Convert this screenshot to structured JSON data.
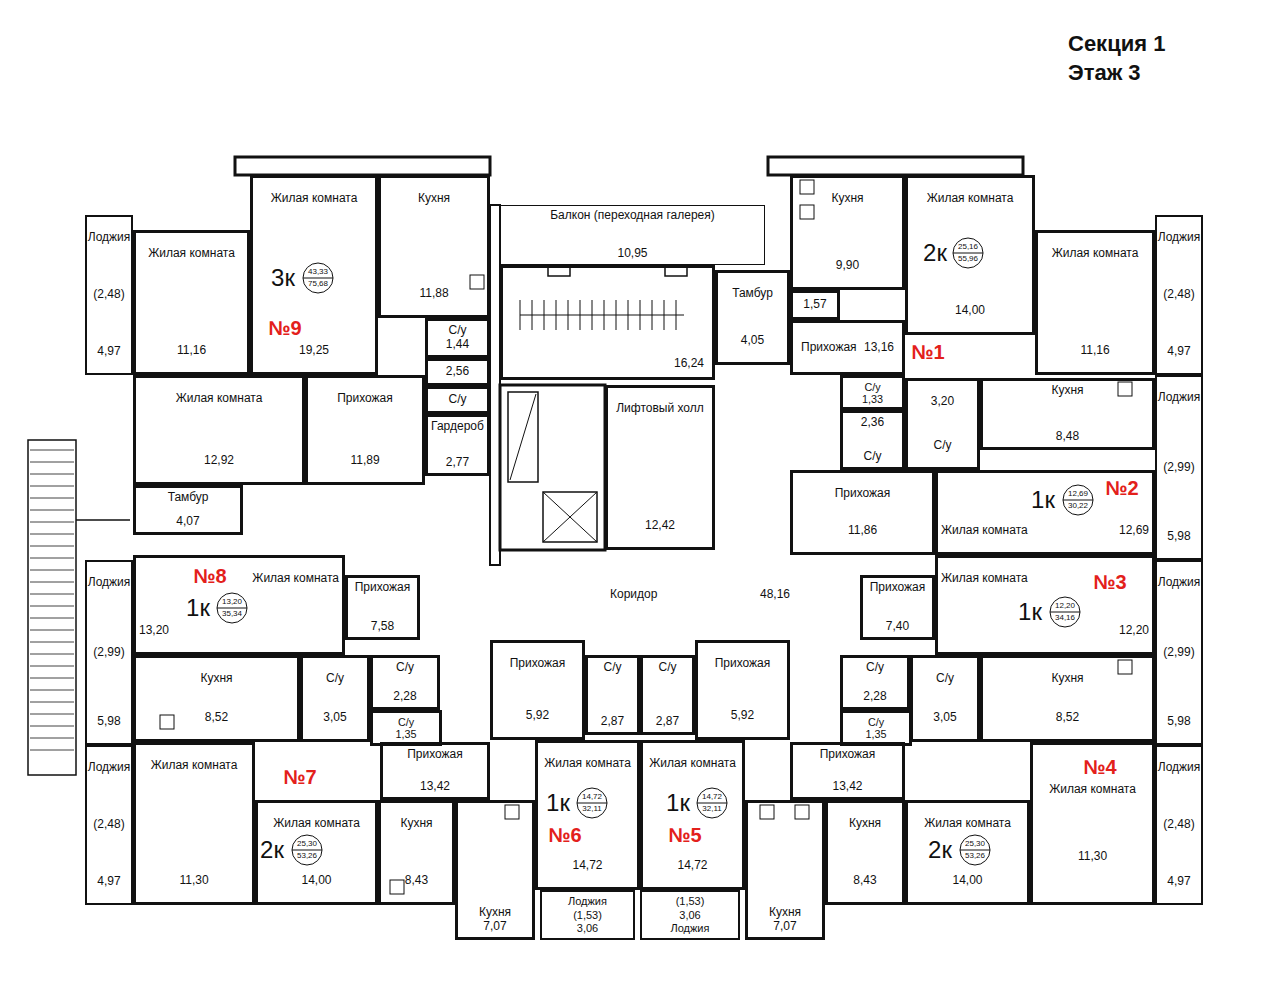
{
  "diagram": {
    "title": "Секция 1 Этаж 3",
    "nodes": [
      {
        "text": [
          "Лоджия",
          "(2,48)",
          "4,97"
        ]
      },
      {
        "text": [
          "Жилая комната",
          "11,16"
        ]
      },
      {
        "text": [
          "Жилая комната",
          "19,25"
        ]
      },
      {
        "text": [
          "Кухня",
          "11,88"
        ]
      },
      {
        "text": [
          "Балкон (переходная галерея)",
          "10,95"
        ]
      },
      {
        "text": [
          "Кухня",
          "9,90"
        ]
      },
      {
        "text": [
          "Жилая комната",
          "14,00"
        ]
      },
      {
        "text": [
          "Жилая комната",
          "11,16"
        ]
      },
      {
        "text": [
          "Лоджия",
          "(2,48)",
          "4,97"
        ]
      },
      {
        "text": [
          "16,24"
        ]
      },
      {
        "text": [
          "Тамбур",
          "4,05"
        ]
      },
      {
        "text": [
          "1,57"
        ]
      },
      {
        "text": [
          "Прихожая",
          "13,16"
        ]
      },
      {
        "text": [
          "С/у",
          "1,44"
        ]
      },
      {
        "text": [
          "2,56"
        ]
      },
      {
        "text": [
          "С/у",
          "1,33"
        ]
      },
      {
        "text": [
          "Жилая комната",
          "12,92"
        ]
      },
      {
        "text": [
          "Прихожая",
          "11,89"
        ]
      },
      {
        "text": [
          "С/у"
        ]
      },
      {
        "text": [
          "Лифтовый холл",
          "12,42"
        ]
      },
      {
        "text": [
          "2,36",
          "С/у"
        ]
      },
      {
        "text": [
          "3,20",
          "С/у"
        ]
      },
      {
        "text": [
          "Кухня",
          "8,48"
        ]
      },
      {
        "text": [
          "Лоджия",
          "(2,99)",
          "5,98"
        ]
      },
      {
        "text": [
          "Гардероб",
          "2,77"
        ]
      },
      {
        "text": [
          "Прихожая",
          "11,86"
        ]
      },
      {
        "text": [
          "Жилая комната",
          "12,69"
        ]
      },
      {
        "text": [
          "Тамбур",
          "4,07"
        ]
      },
      {
        "text": [
          "Жилая комната",
          "13,20"
        ]
      },
      {
        "text": [
          "Прихожая",
          "7,58"
        ]
      },
      {
        "text": [
          "Коридор",
          "48,16"
        ]
      },
      {
        "text": [
          "Прихожая",
          "7,40"
        ]
      },
      {
        "text": [
          "Жилая комната",
          "12,20"
        ]
      },
      {
        "text": [
          "Кухня",
          "8,52"
        ]
      },
      {
        "text": [
          "С/у",
          "3,05"
        ]
      },
      {
        "text": [
          "С/у",
          "2,28"
        ]
      },
      {
        "text": [
          "Прихожая",
          "5,92"
        ]
      },
      {
        "text": [
          "С/у",
          "2,87"
        ]
      },
      {
        "text": [
          "С/у",
          "2,87"
        ]
      },
      {
        "text": [
          "Прихожая",
          "5,92"
        ]
      },
      {
        "text": [
          "С/у",
          "2,28"
        ]
      },
      {
        "text": [
          "С/у",
          "3,05"
        ]
      },
      {
        "text": [
          "Кухня",
          "8,52"
        ]
      },
      {
        "text": [
          "Лоджия",
          "(2,99)",
          "5,98"
        ]
      },
      {
        "text": [
          "С/у",
          "1,35"
        ]
      },
      {
        "text": [
          "С/у",
          "1,35"
        ]
      },
      {
        "text": [
          "Лоджия",
          "(2,99)",
          "5,98"
        ]
      },
      {
        "text": [
          "Лоджия",
          "(2,48)",
          "4,97"
        ]
      },
      {
        "text": [
          "Жилая комната",
          "11,30"
        ]
      },
      {
        "text": [
          "Прихожая",
          "13,42"
        ]
      },
      {
        "text": [
          "Жилая комната",
          "14,72"
        ]
      },
      {
        "text": [
          "Жилая комната",
          "14,72"
        ]
      },
      {
        "text": [
          "Прихожая",
          "13,42"
        ]
      },
      {
        "text": [
          "Жилая комната",
          "11,30"
        ]
      },
      {
        "text": [
          "Лоджия",
          "(2,48)",
          "4,97"
        ]
      },
      {
        "text": [
          "Жилая комната",
          "14,00"
        ]
      },
      {
        "text": [
          "Кухня",
          "8,43"
        ]
      },
      {
        "text": [
          "Кухня",
          "7,07"
        ]
      },
      {
        "text": [
          "Кухня",
          "7,07"
        ]
      },
      {
        "text": [
          "Кухня",
          "8,43"
        ]
      },
      {
        "text": [
          "Жилая комната",
          "14,00"
        ]
      },
      {
        "text": [
          "Лоджия",
          "(1,53)",
          "3,06"
        ]
      },
      {
        "text": [
          "(1,53)",
          "3,06",
          "Лоджия"
        ]
      }
    ],
    "labels": [
      "№9",
      "3к",
      "43,33",
      "75,68",
      "№1",
      "2к",
      "25,16",
      "55,96",
      "№2",
      "1к",
      "12,69",
      "30,22",
      "№3",
      "1к",
      "12,20",
      "34,16",
      "№4",
      "2к",
      "25,30",
      "53,26",
      "№5",
      "1к",
      "14,72",
      "32,11",
      "№6",
      "1к",
      "14,72",
      "32,11",
      "№7",
      "2к",
      "25,30",
      "53,26",
      "№8",
      "1к",
      "13,20",
      "35,34"
    ]
  }
}
